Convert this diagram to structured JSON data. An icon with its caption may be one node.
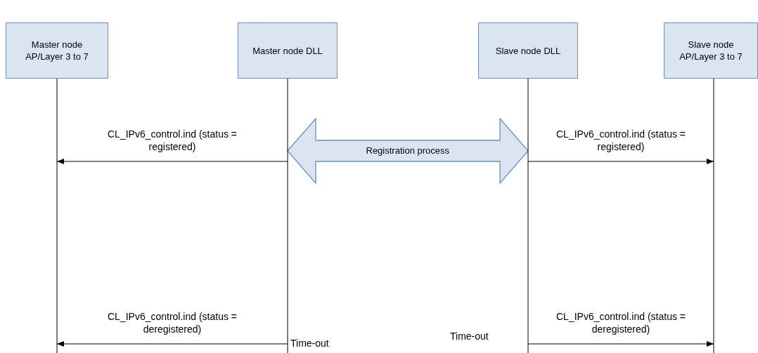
{
  "diagram": {
    "nodes": [
      {
        "text": [
          "Master node AP/Layer 3 to 7"
        ]
      },
      {
        "text": [
          "Master node DLL"
        ]
      },
      {
        "text": [
          "Slave node DLL"
        ]
      },
      {
        "text": [
          "Slave node AP/Layer 3 to 7"
        ]
      }
    ],
    "edges": [
      {
        "from": 1,
        "to": 0,
        "arrow": "to",
        "label": "CL_IPv6_control.ind (status = registered)"
      },
      {
        "from": 1,
        "to": 2,
        "arrow": "both",
        "label": "Registration process",
        "style": "thick"
      },
      {
        "from": 2,
        "to": 3,
        "arrow": "to",
        "label": "CL_IPv6_control.ind (status = registered)"
      },
      {
        "from": 1,
        "to": 0,
        "arrow": "to",
        "label": "CL_IPv6_control.ind (status = deregistered)"
      },
      {
        "from": 2,
        "to": 3,
        "arrow": "to",
        "label": "CL_IPv6_control.ind (status = deregistered)"
      }
    ],
    "labels": [
      "Time-out",
      "Time-out"
    ]
  }
}
